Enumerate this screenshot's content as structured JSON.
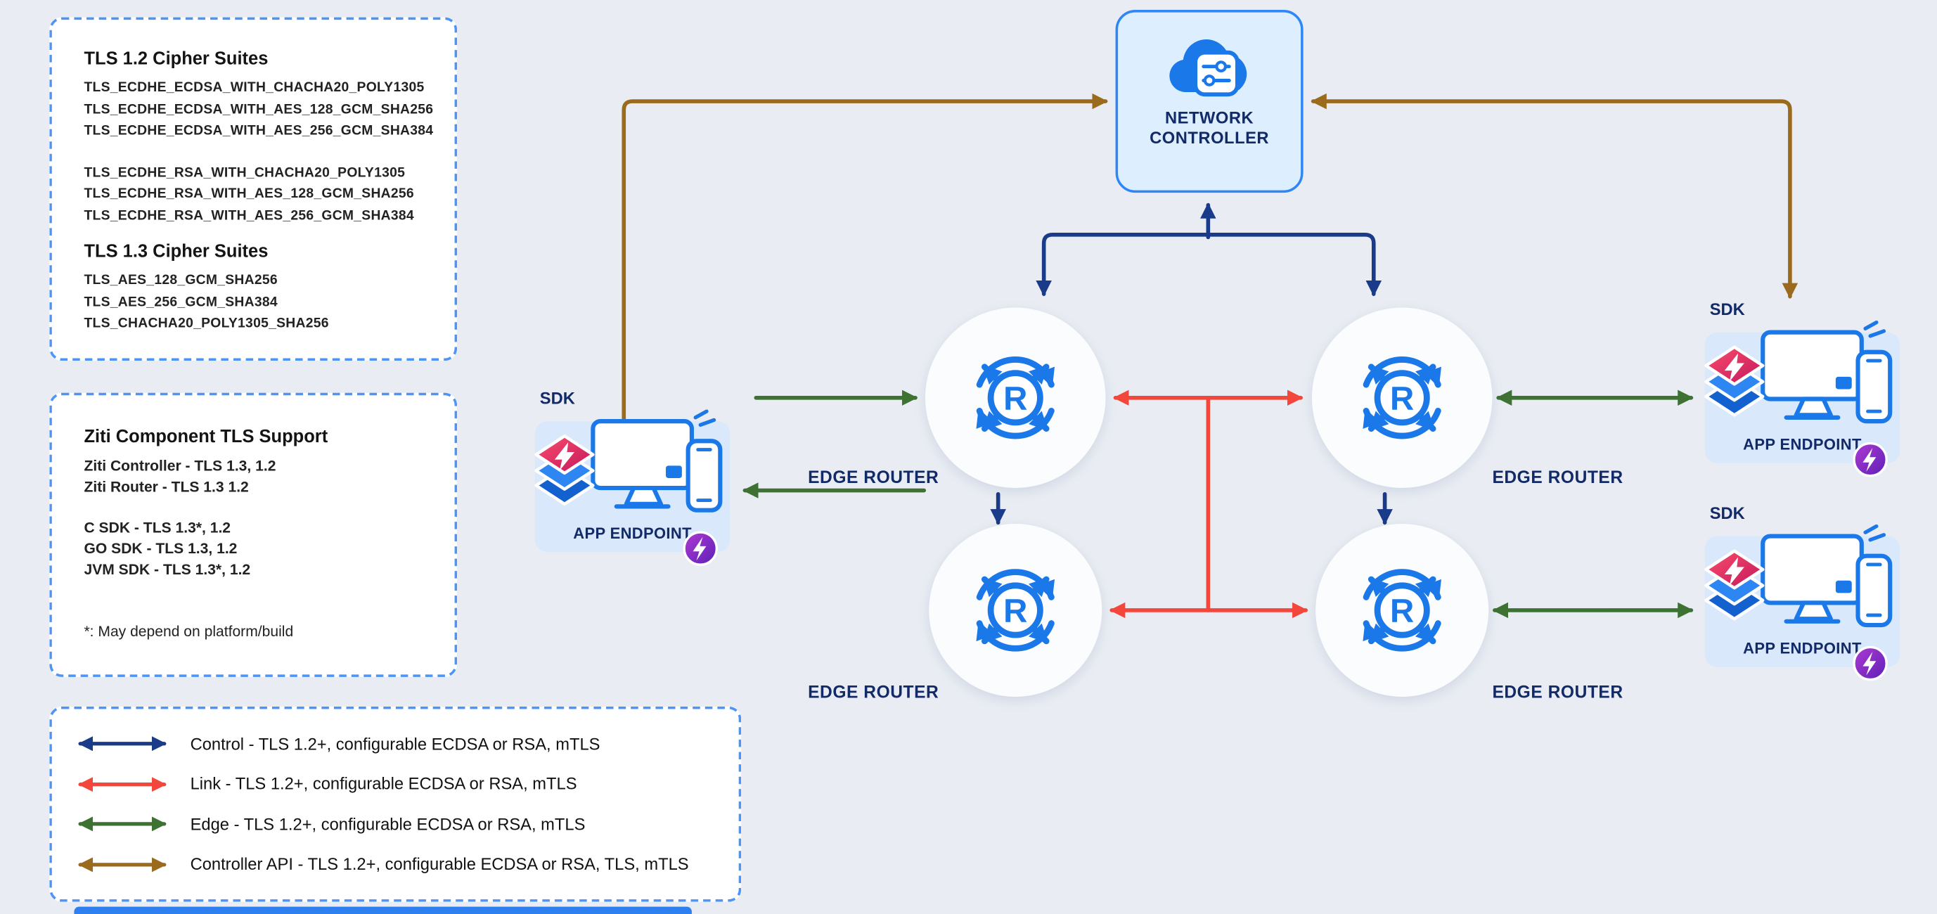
{
  "colors": {
    "navy": "#1a3a8a",
    "red": "#f4473c",
    "green": "#3e7233",
    "brown": "#9a6b1c",
    "blue": "#1a78e8",
    "label": "#122a67",
    "panel-border": "#4d94f7",
    "bg": "#e9edf3",
    "card": "#d9e9fb",
    "controller-fill": "#ddeefe",
    "controller-border": "#2f86f6",
    "router-bg": "#fafcfe",
    "text": "#1b1b1b",
    "sdk-pink": "#e8175d",
    "purple": "#7b2cbf",
    "cut-bar": "#2e80f0"
  },
  "panels": {
    "cipher": {
      "title_tls12": "TLS 1.2 Cipher Suites",
      "tls12_ecdsa": [
        "TLS_ECDHE_ECDSA_WITH_CHACHA20_POLY1305",
        "TLS_ECDHE_ECDSA_WITH_AES_128_GCM_SHA256",
        "TLS_ECDHE_ECDSA_WITH_AES_256_GCM_SHA384"
      ],
      "tls12_rsa": [
        "TLS_ECDHE_RSA_WITH_CHACHA20_POLY1305",
        "TLS_ECDHE_RSA_WITH_AES_128_GCM_SHA256",
        "TLS_ECDHE_RSA_WITH_AES_256_GCM_SHA384"
      ],
      "title_tls13": "TLS 1.3 Cipher Suites",
      "tls13": [
        "TLS_AES_128_GCM_SHA256",
        "TLS_AES_256_GCM_SHA384",
        "TLS_CHACHA20_POLY1305_SHA256"
      ]
    },
    "components": {
      "title": "Ziti Component TLS Support",
      "core": [
        "Ziti Controller - TLS 1.3, 1.2",
        "Ziti Router - TLS 1.3 1.2"
      ],
      "sdks": [
        "C SDK - TLS 1.3*, 1.2",
        "GO SDK - TLS 1.3, 1.2",
        "JVM SDK - TLS 1.3*, 1.2"
      ],
      "footnote": "*: May depend on platform/build"
    },
    "legend": {
      "items": [
        {
          "id": "control",
          "label": "Control - TLS 1.2+, configurable ECDSA or RSA, mTLS"
        },
        {
          "id": "link",
          "label": "Link - TLS 1.2+, configurable ECDSA or RSA, mTLS"
        },
        {
          "id": "edge",
          "label": "Edge - TLS 1.2+, configurable ECDSA or RSA, mTLS"
        },
        {
          "id": "controller_api",
          "label": "Controller API - TLS 1.2+, configurable ECDSA or RSA, TLS, mTLS"
        }
      ]
    }
  },
  "nodes": {
    "controller": {
      "line1": "NETWORK",
      "line2": "CONTROLLER"
    },
    "edge_router_label": "EDGE ROUTER",
    "router_letter": "R",
    "sdk_label": "SDK",
    "app_endpoint_label": "APP ENDPOINT"
  }
}
